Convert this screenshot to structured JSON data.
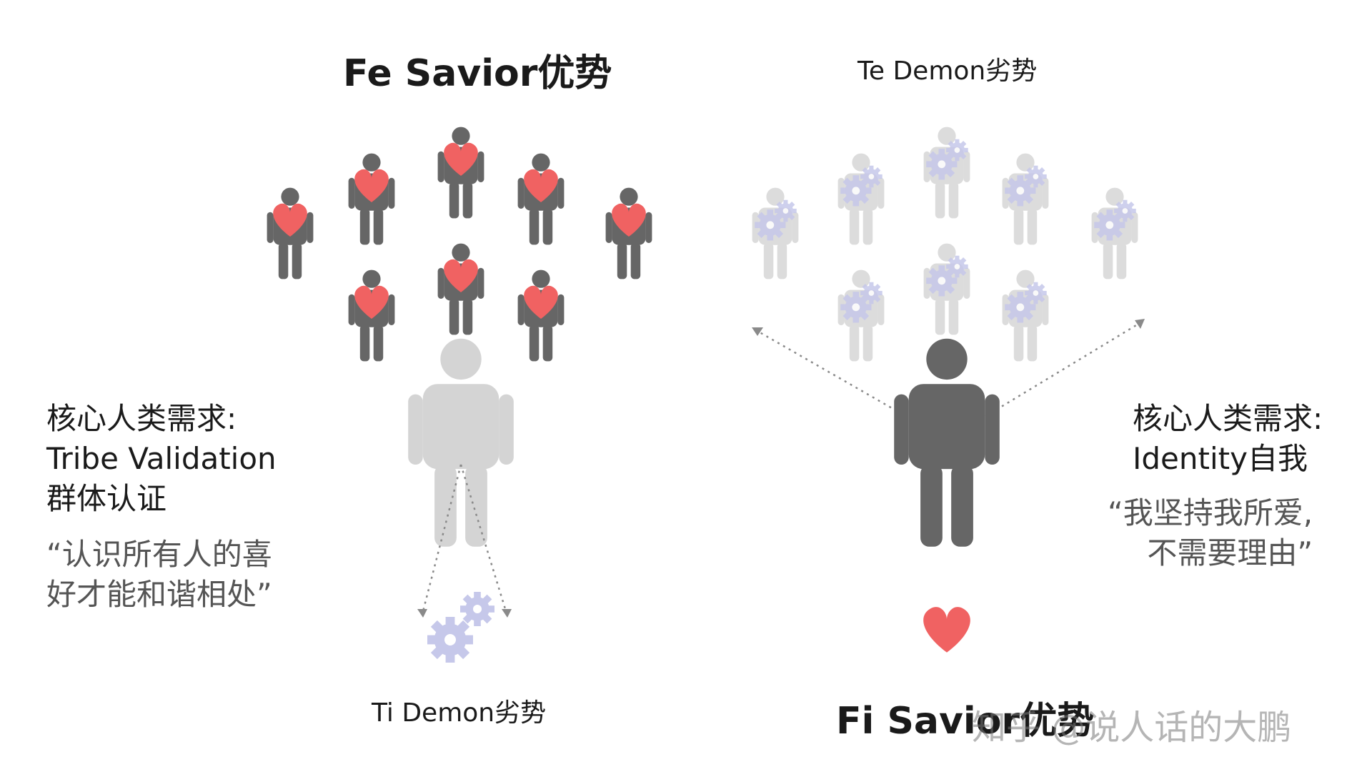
{
  "left": {
    "title": "Fe Savior优势",
    "need_label": "核心人类需求:",
    "need_en": "Tribe Validation",
    "need_cn": "群体认证",
    "quote_line1": "“认识所有人的喜",
    "quote_line2": "好才能和谐相处”",
    "demon_label": "Ti Demon劣势",
    "crowd_icon": "heart-icon",
    "demon_icon": "gear-icon"
  },
  "right": {
    "title": "Te Demon劣势",
    "need_label": "核心人类需求:",
    "need_line2": "Identity自我",
    "quote_line1": "“我坚持我所爱,",
    "quote_line2": "不需要理由”",
    "savior_label": "Fi Savior优势",
    "crowd_icon": "gear-icon",
    "savior_icon": "heart-icon"
  },
  "watermark": "知乎 @说人话的大鹏",
  "colors": {
    "dark_person": "#666666",
    "light_person": "#d4d4d4",
    "faded_person": "#dcdcdc",
    "heart": "#f06262",
    "gear": "#c6c8ea"
  }
}
